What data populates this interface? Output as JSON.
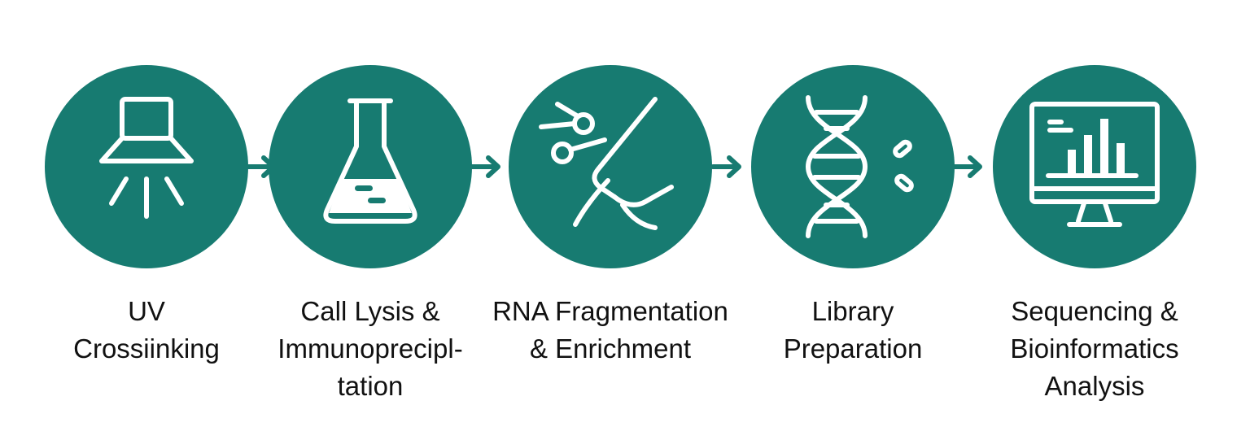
{
  "colors": {
    "accent": "#177b71",
    "icon_stroke": "#ffffff",
    "text": "#111111"
  },
  "steps": [
    {
      "icon": "uv-lamp-icon",
      "label_lines": [
        "UV",
        "Crossiinking"
      ]
    },
    {
      "icon": "flask-icon",
      "label_lines": [
        "Call Lysis &",
        "Immunoprecipl-",
        "tation"
      ]
    },
    {
      "icon": "rna-scissors-icon",
      "label_lines": [
        "RNA Fragmentation",
        "& Enrichment"
      ]
    },
    {
      "icon": "dna-helix-icon",
      "label_lines": [
        "Library",
        "Preparation"
      ]
    },
    {
      "icon": "monitor-chart-icon",
      "label_lines": [
        "Sequencing &",
        "Bioinformatics",
        "Analysis"
      ]
    }
  ]
}
